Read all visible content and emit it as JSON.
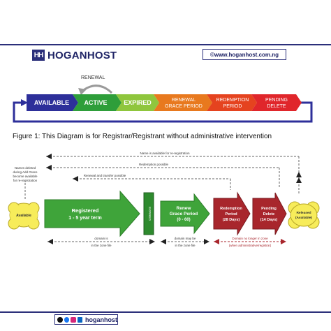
{
  "header": {
    "logo_mark": "HH",
    "brand": "HOGANHOST",
    "website": "©www.hoganhost.com.ng"
  },
  "lifecycle": {
    "renewal_label": "RENEWAL",
    "stages": [
      {
        "line1": "AVAILABLE",
        "line2": "",
        "color": "#2d2f9a"
      },
      {
        "line1": "ACTIVE",
        "line2": "",
        "color": "#2e9e3a"
      },
      {
        "line1": "EXPIRED",
        "line2": "",
        "color": "#8fc63d"
      },
      {
        "line1": "RENEWAL",
        "line2": "GRACE PERIOD",
        "color": "#e8791e"
      },
      {
        "line1": "REDEMPTION",
        "line2": "PERIOD",
        "color": "#e5431f"
      },
      {
        "line1": "PENDING",
        "line2": "DELETE",
        "color": "#e0262b"
      }
    ]
  },
  "caption": "Figure 1: This Diagram is for Registrar/Registrant without administrative intervention",
  "diagram2": {
    "top_notes": [
      "Name is available for re-registration",
      "Redemption possible",
      "Renewal and transfer possible"
    ],
    "names_deleted": [
      "Names deleted",
      "during Add Grace",
      "become available",
      "for re-registration"
    ],
    "available": "Available",
    "registered": [
      "Registered",
      "1 - 5 year term"
    ],
    "expired": "EXPIRED",
    "renew": [
      "Renew",
      "Grace Period",
      "(0 - 60)"
    ],
    "redemption": [
      "Redemption",
      "Period",
      "(28 Days)"
    ],
    "pending": [
      "Pending",
      "Delete",
      "(14 Days)"
    ],
    "released": [
      "Released",
      "(Available)"
    ],
    "bottom_notes": [
      "domain is",
      "in the zone file",
      "domain may be",
      "in the zone file",
      "Domain no longer in zone",
      "(when administrative/registrar)"
    ]
  },
  "footer": {
    "handle": "hoganhost",
    "colors": {
      "facebook": "#1877f2",
      "instagram": "#d6287a",
      "linkedin": "#0a66c2",
      "twitter": "#111111"
    }
  }
}
